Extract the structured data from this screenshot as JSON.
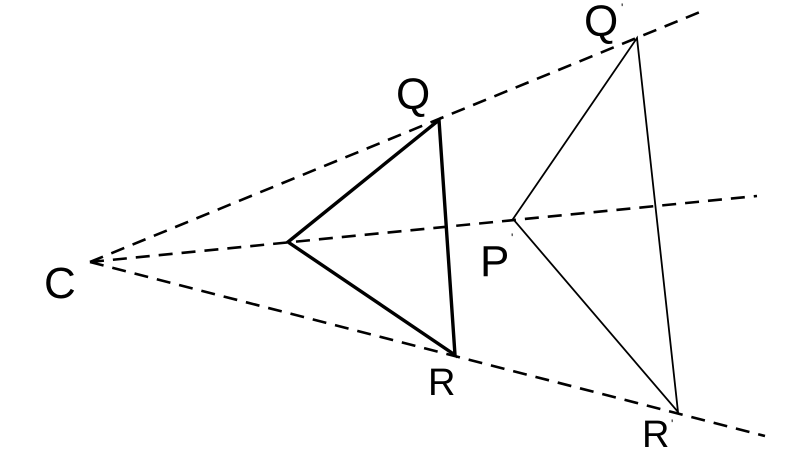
{
  "labels": {
    "C": "C",
    "Q": "Q",
    "R": "R",
    "P_prime": "P",
    "Q_prime": "Q",
    "R_prime": "R",
    "prime_mark": "'"
  },
  "colors": {
    "line": "#000000",
    "background": "#ffffff"
  }
}
